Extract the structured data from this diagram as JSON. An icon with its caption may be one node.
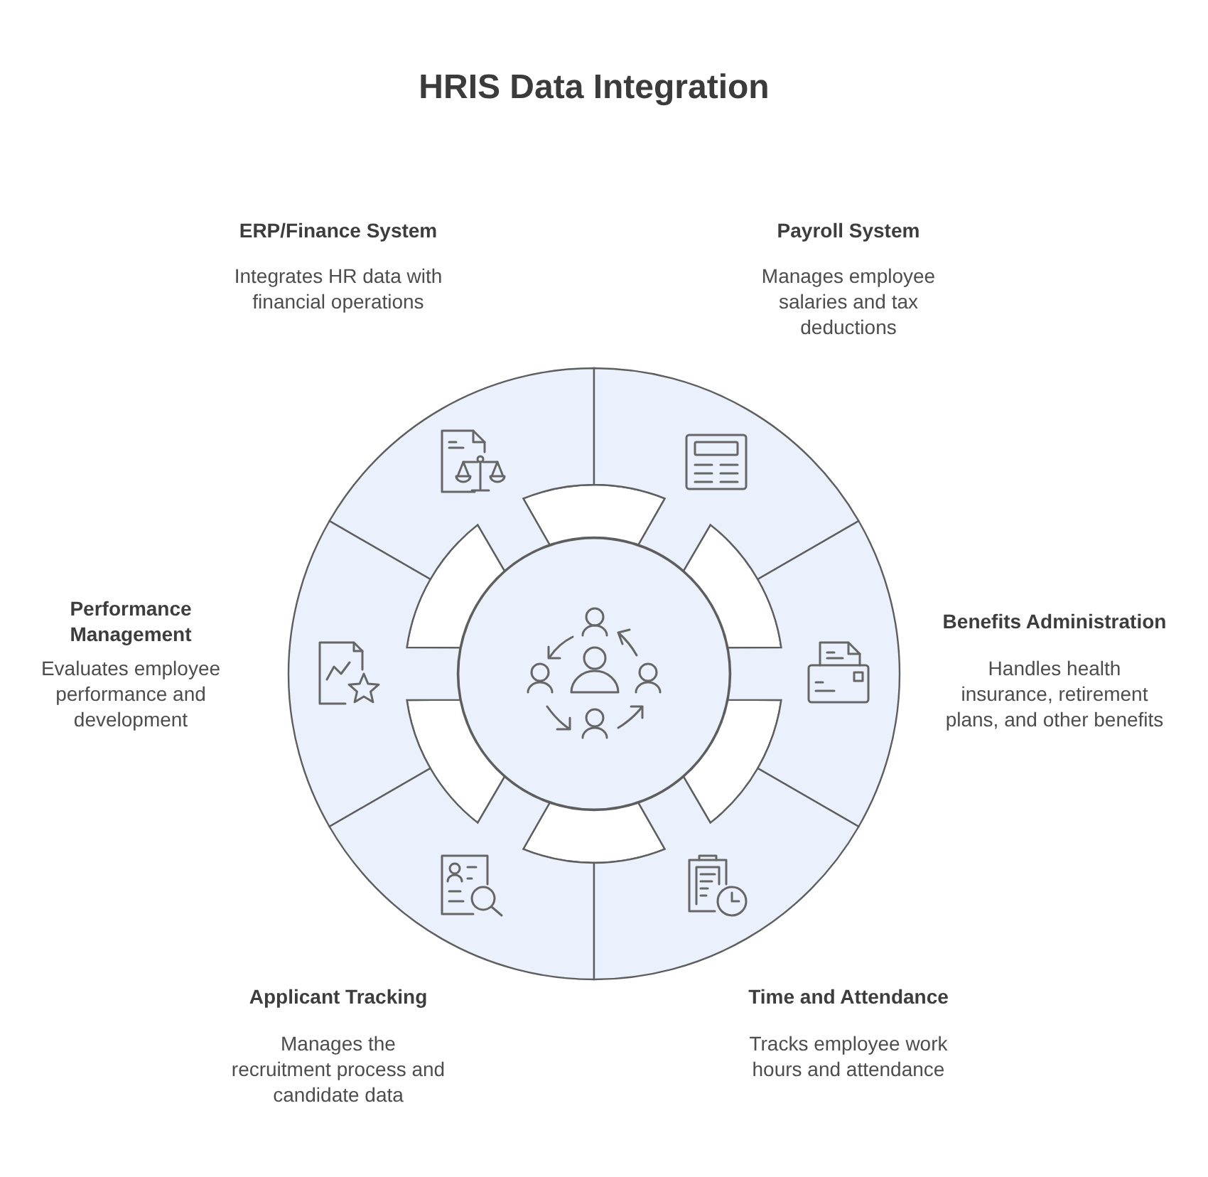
{
  "diagram": {
    "title": "HRIS Data Integration",
    "nodes": [
      {
        "text": [
          "ERP/Finance System",
          "Integrates HR data with financial operations"
        ]
      },
      {
        "text": [
          "Payroll System",
          "Manages employee salaries and tax deductions"
        ]
      },
      {
        "text": [
          "Performance Management",
          "Evaluates employee performance and development"
        ]
      },
      {
        "text": [
          "Benefits Administration",
          "Handles health insurance, retirement plans, and other benefits"
        ]
      },
      {
        "text": [
          "Applicant Tracking",
          "Manages the recruitment process and candidate data"
        ]
      },
      {
        "text": [
          "Time and Attendance",
          "Tracks employee work hours and attendance"
        ]
      },
      {
        "text": [],
        "shape": "circle"
      }
    ]
  }
}
